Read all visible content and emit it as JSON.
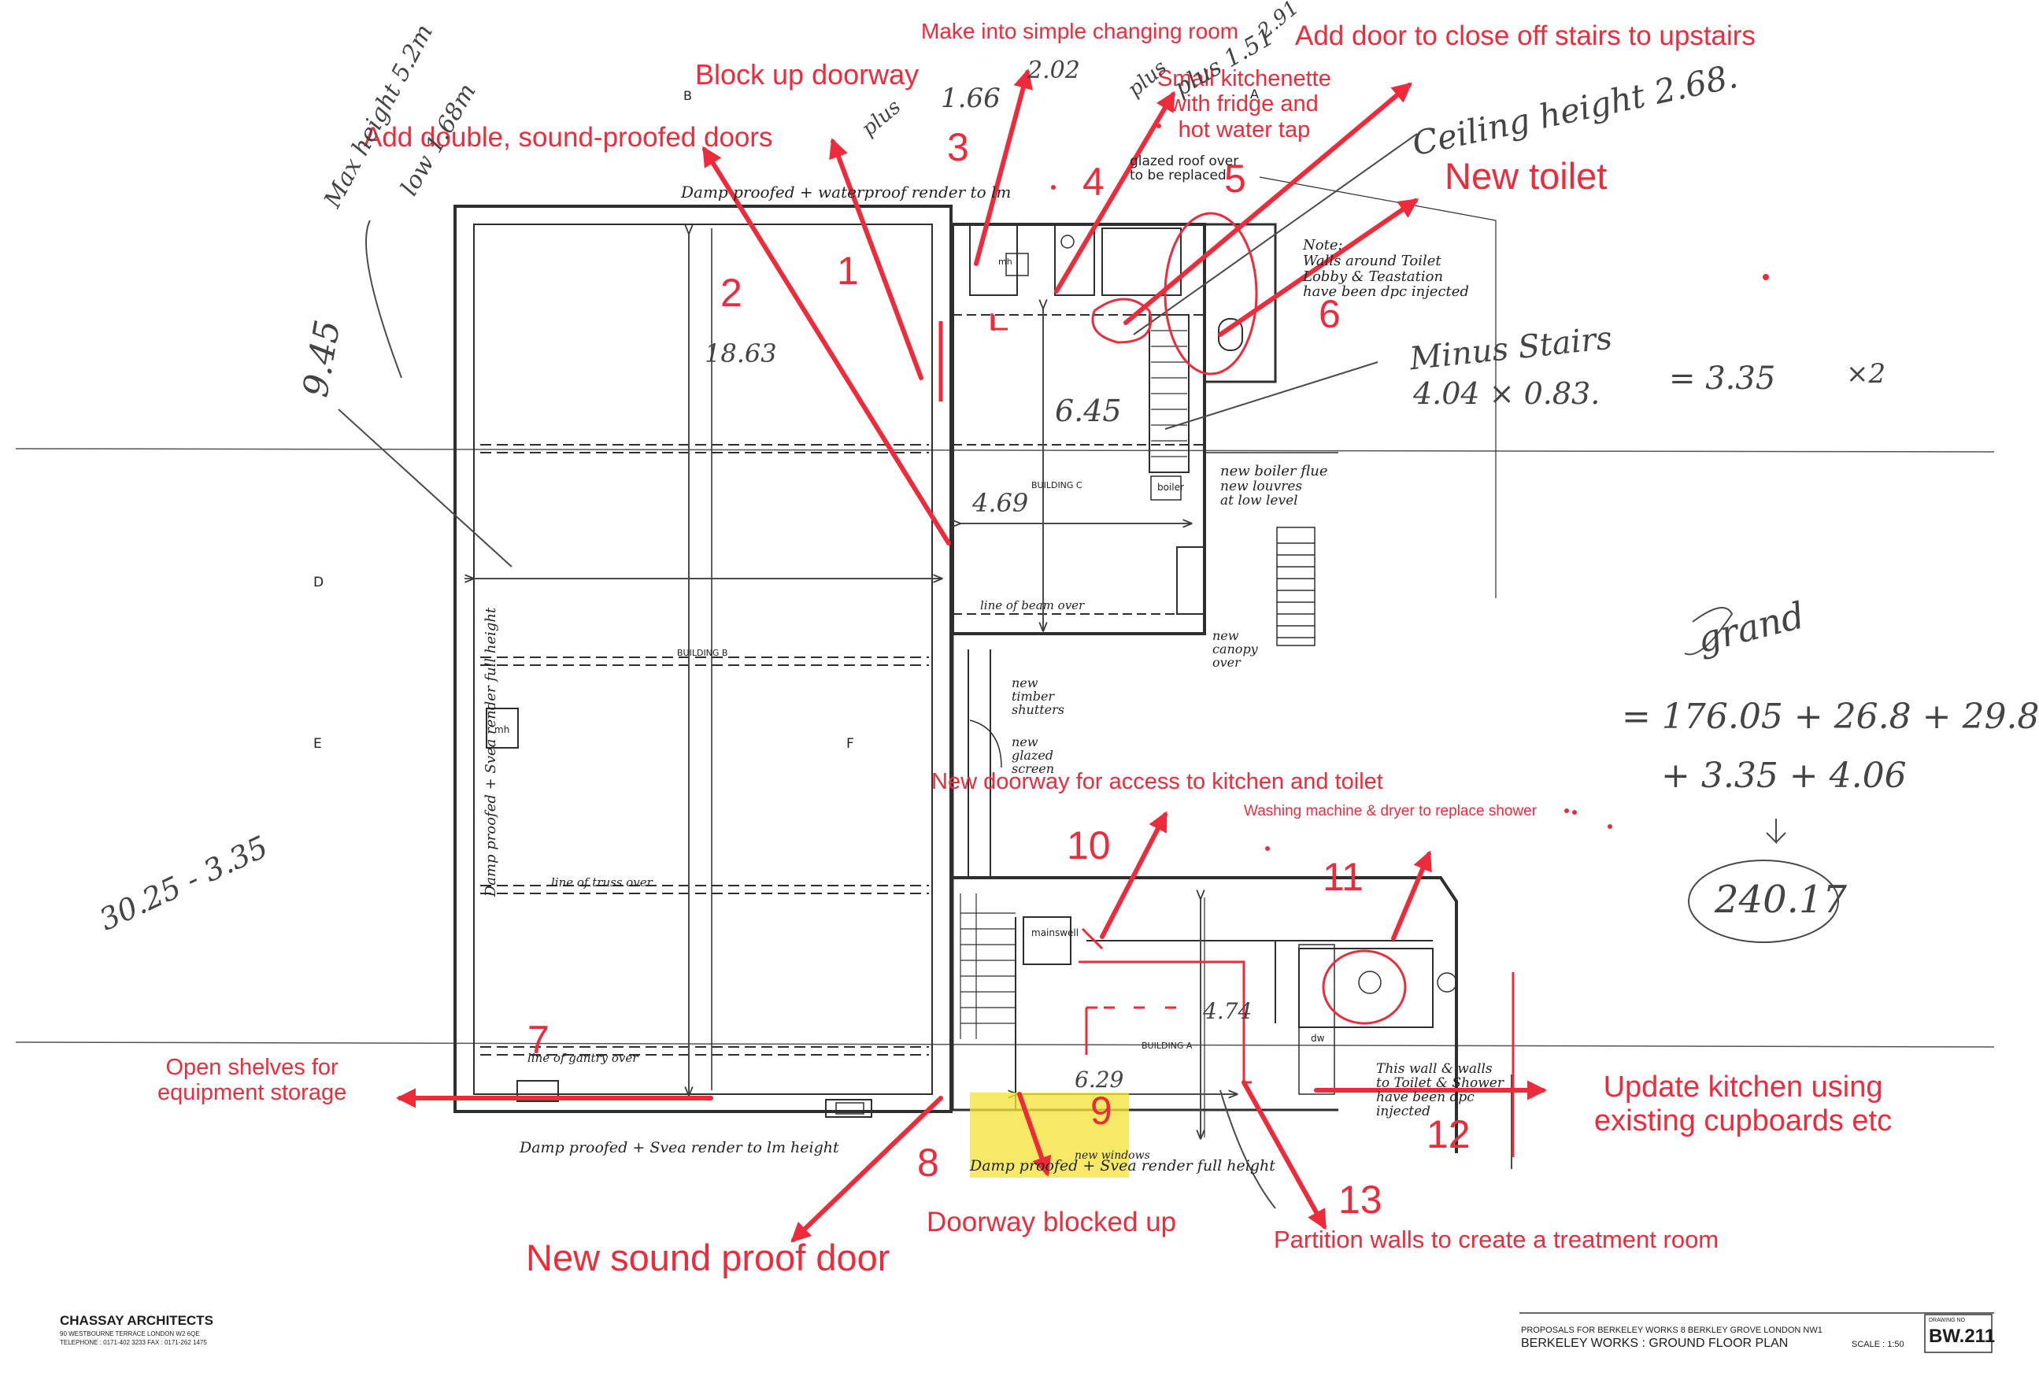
{
  "annotations": {
    "changing_room": "Make into simple changing room",
    "door_stairs": "Add door to close off stairs to upstairs",
    "block_doorway": "Block up doorway",
    "kitchenette": "Small kitchenette\nwith fridge and\nhot water tap",
    "double_doors": "Add double, sound-proofed doors",
    "new_toilet": "New toilet",
    "new_doorway": "New doorway for access to kitchen and toilet",
    "washing": "Washing machine & dryer to replace shower",
    "open_shelves": "Open shelves for\nequipment storage",
    "update_kitchen": "Update kitchen using\nexisting cupboards etc",
    "sound_door": "New sound proof door",
    "doorway_blocked": "Doorway blocked up",
    "partition": "Partition walls to create a treatment room"
  },
  "numbers": {
    "n1": "1",
    "n2": "2",
    "n3": "3",
    "n4": "4",
    "n5": "5",
    "n6": "6",
    "n7": "7",
    "n8": "8",
    "n9": "9",
    "n10": "10",
    "n11": "11",
    "n12": "12",
    "n13": "13"
  },
  "handwritten": {
    "d_166": "1.66",
    "d_202": "2.02",
    "d_plus": "plus",
    "d_plus2": "plus",
    "d_151": "plus 1.51",
    "d_291": "2.91",
    "max_height": "Max height 5.2m",
    "low": "low 1.68m",
    "ceiling": "Ceiling height 2.68.",
    "minus_stairs": "Minus Stairs",
    "stairs_dims": "4.04 × 0.83.",
    "stairs_area": "= 3.35",
    "x2": "×2",
    "d_945": "9.45",
    "d_1863": "18.63",
    "d_645": "6.45",
    "d_469": "4.69",
    "d_474": "4.74",
    "d_629": "6.29",
    "calc_left": "30.25 - 3.35",
    "grand": "grand",
    "sum_line1": "= 176.05 + 26.8 + 29.8",
    "sum_line2": "+ 3.35 + 4.06",
    "total": "240.17"
  },
  "plan_notes": {
    "damp_top": "Damp proofed + waterproof render to lm",
    "glazed_roof": "glazed roof over\nto be replaced",
    "note_walls": "Note:\nWalls around Toilet\nLobby & Teastation\nhave been dpc injected",
    "boiler_flue": "new boiler flue",
    "louvres": "new louvres\nat low level",
    "building_c": "BUILDING C",
    "boiler": "boiler",
    "line_beam": "line of beam over",
    "canopy": "new\ncanopy\nover",
    "timber_shutters": "new\ntimber\nshutters",
    "glazed_screen": "new\nglazed\nscreen",
    "building_b": "BUILDING B",
    "mh": "mh",
    "damp_left": "Damp proofed + Svea render full height",
    "line_truss": "line of truss over",
    "line_gantry": "line of gantry over",
    "damp_bottom": "Damp proofed + Svea render to lm height",
    "damp_bottom2": "Damp proofed + Svea render full height",
    "building_a": "BUILDING A",
    "this_wall": "This wall & walls\nto Toilet & Shower\nhave been dpc\ninjected",
    "new_windows": "new windows",
    "sec_b": "B",
    "sec_a": "A",
    "sec_d": "D",
    "sec_e": "E",
    "sec_f": "F",
    "mh_small": "mh",
    "mainswell": "mainswell",
    "dw": "dw"
  },
  "title_block": {
    "firm": "CHASSAY ARCHITECTS",
    "address": "90 WESTBOURNE TERRACE LONDON W2 6QE",
    "phone": "TELEPHONE : 0171-402 3233 FAX : 0171-262 1475",
    "proposals": "PROPOSALS FOR BERKELEY WORKS  8 BERKLEY GROVE  LONDON NW1",
    "title": "BERKELEY WORKS  :  GROUND FLOOR PLAN",
    "scale": "SCALE : 1:50",
    "drawing_no_label": "DRAWING NO",
    "drawing_no": "BW.211"
  },
  "colors": {
    "annotation": "#ee2b3a",
    "highlight": "#f3e33a",
    "linework": "#3a3a3a"
  }
}
